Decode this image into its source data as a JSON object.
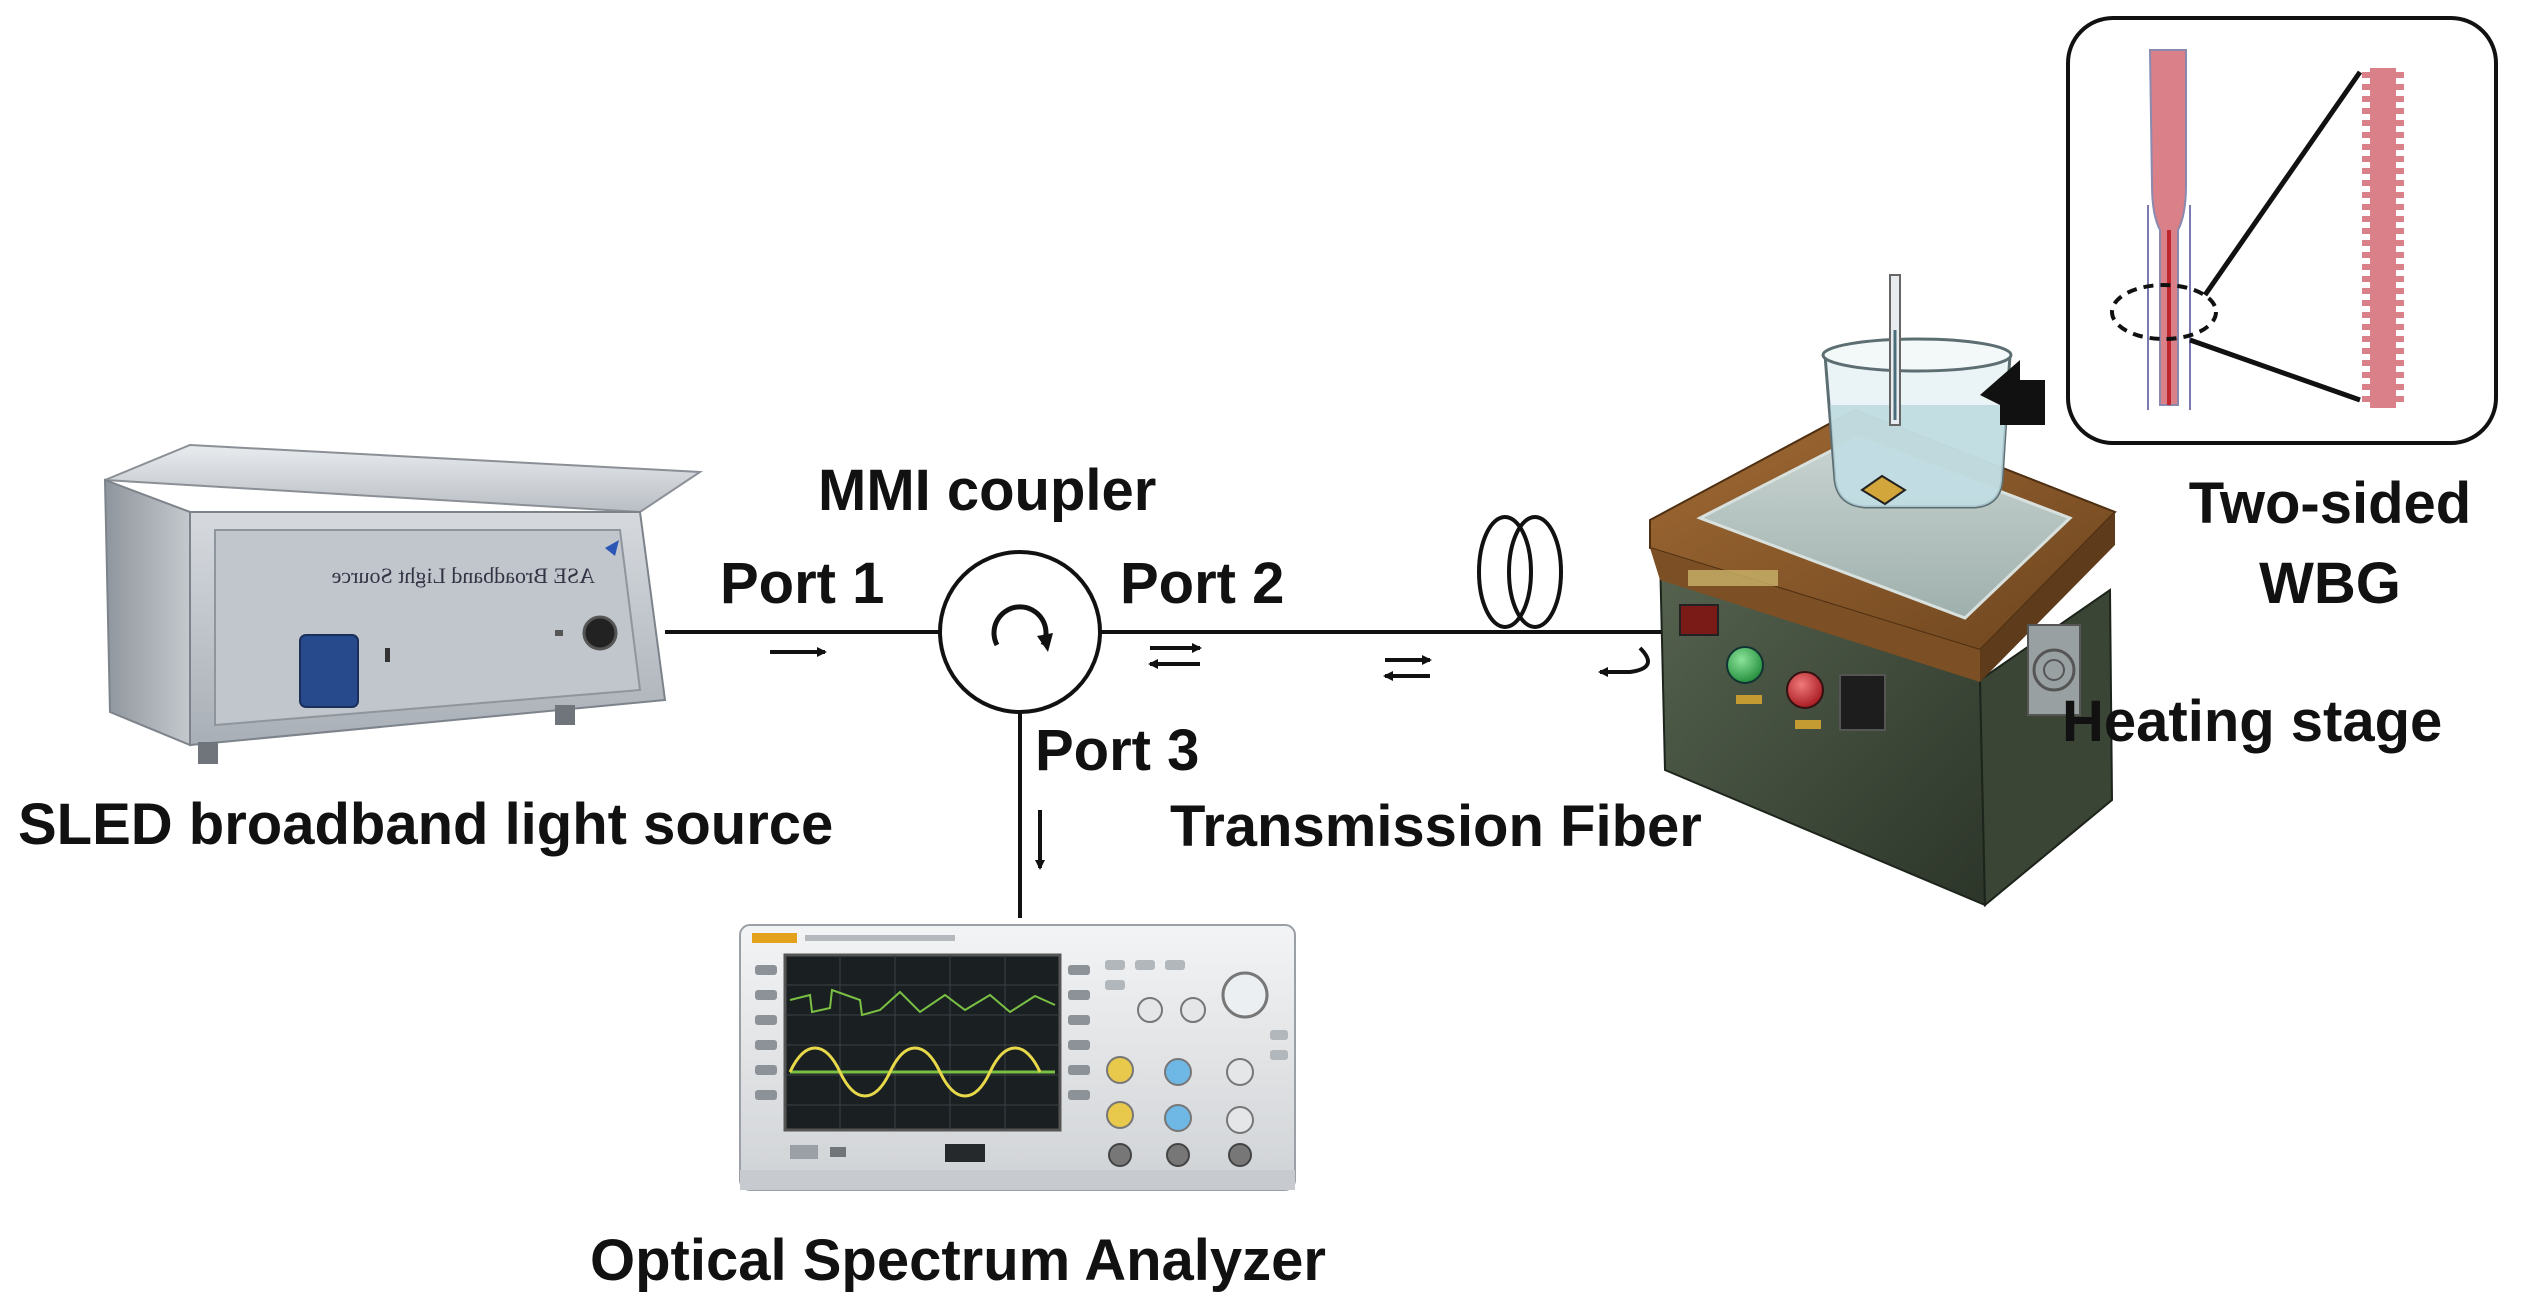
{
  "labels": {
    "mmi": "MMI coupler",
    "port1": "Port 1",
    "port2": "Port 2",
    "port3": "Port 3",
    "source": "SLED broadband light source",
    "fiber": "Transmission Fiber",
    "osa": "Optical Spectrum Analyzer",
    "heating": "Heating stage",
    "wbg_line1": "Two-sided",
    "wbg_line2": "WBG"
  },
  "device_text": {
    "source_front": "ASE Broadband Light Source"
  },
  "colors": {
    "waveguide": "#d98088",
    "stage_top": "#8a5a2b",
    "stage_body": "#3d4a3c",
    "button_green": "#2fa84a",
    "button_red": "#c6262e",
    "scope_trace_green": "#7ac043",
    "scope_trace_yellow": "#e7d94a",
    "source_body": "#c9cdd2"
  },
  "icons": [
    "coupler-circulation-icon",
    "direction-arrow-icon",
    "fiber-coil-icon",
    "beaker-icon",
    "thermometer-icon"
  ]
}
